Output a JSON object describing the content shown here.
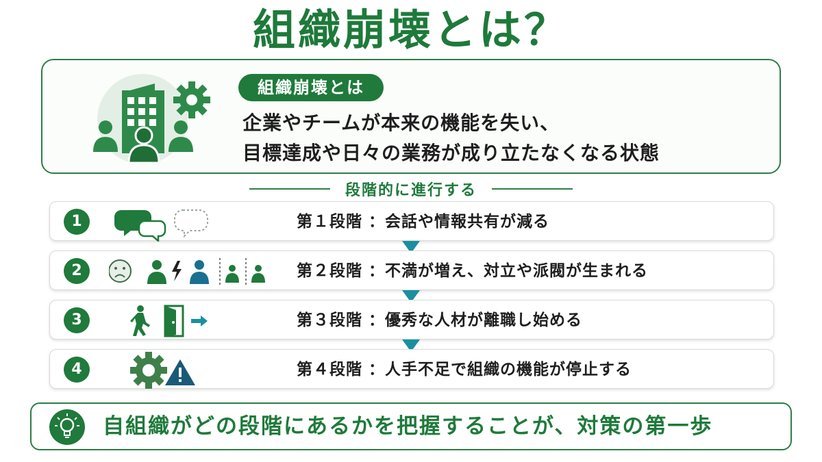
{
  "title": "組織崩壊とは？",
  "definition": {
    "tag": "組織崩壊とは",
    "line1": "企業やチームが本来の機能を失い、",
    "line2": "目標達成や日々の業務が成り立たなくなる状態"
  },
  "progress_header": "段階的に進行する",
  "stages": [
    {
      "num": "1",
      "text": "第１段階 ：会話や情報共有が減る",
      "icons": [
        "speech-bubbles-icon",
        "empty-bubble-icon"
      ]
    },
    {
      "num": "2",
      "text": "第２段階 ：不満が増え、対立や派閥が生まれる",
      "icons": [
        "sad-face-icon",
        "conflict-people-icon",
        "divided-group-icon"
      ]
    },
    {
      "num": "3",
      "text": "第３段階 ：優秀な人材が離職し始める",
      "icons": [
        "walking-person-icon",
        "exit-door-icon",
        "arrow-right-icon"
      ]
    },
    {
      "num": "4",
      "text": "第４段階 ：人手不足で組織の機能が停止する",
      "icons": [
        "gear-icon",
        "warning-icon"
      ]
    }
  ],
  "conclusion": "自組織がどの段階にあるかを把握することが、対策の第一歩",
  "colors": {
    "primary": "#1f7a3b",
    "accent": "#1a8fa0",
    "border": "#2e7d45"
  }
}
